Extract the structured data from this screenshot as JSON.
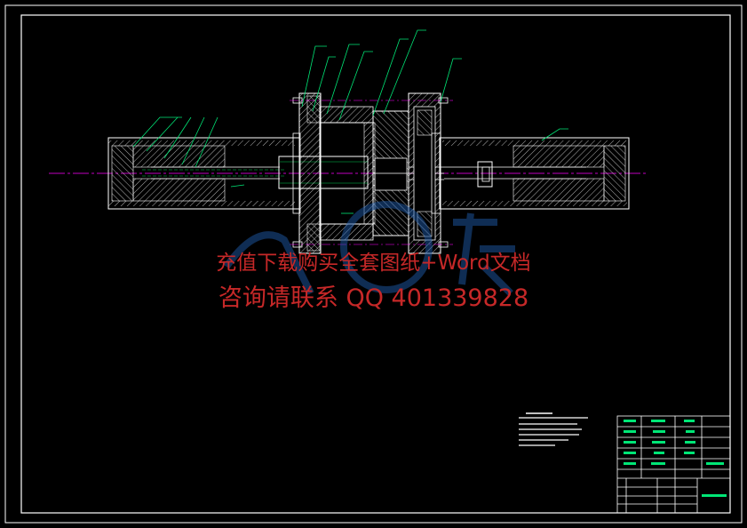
{
  "watermark": {
    "line1": "充值下载购买全套图纸+Word文档",
    "line2": "咨询请联系 QQ 401339828",
    "logo_text": "人人文库"
  },
  "colors": {
    "background": "#000000",
    "frame": "#ffffff",
    "outline": "#ffffff",
    "hidden_line": "#00c853",
    "center_line": "#ff00ff",
    "hatch": "#ffffff",
    "leader": "#00e676",
    "watermark_text": "#c62828",
    "logo": "#1e5aa8"
  }
}
